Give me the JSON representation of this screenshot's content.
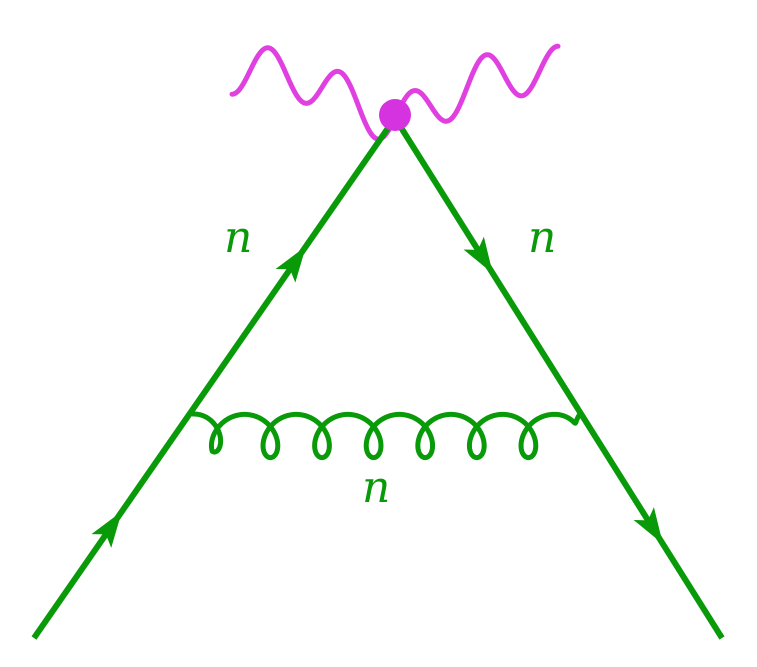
{
  "diagram": {
    "type": "feynman-vertex-correction",
    "colors": {
      "fermion": "#089a08",
      "gluon": "#089a08",
      "photon": "#e040e0",
      "vertex": "#d633e0",
      "label": "#089a08"
    },
    "labels": {
      "incoming_upper": "n",
      "outgoing_upper": "n",
      "gluon": "n"
    },
    "gluon_loops": 7
  }
}
